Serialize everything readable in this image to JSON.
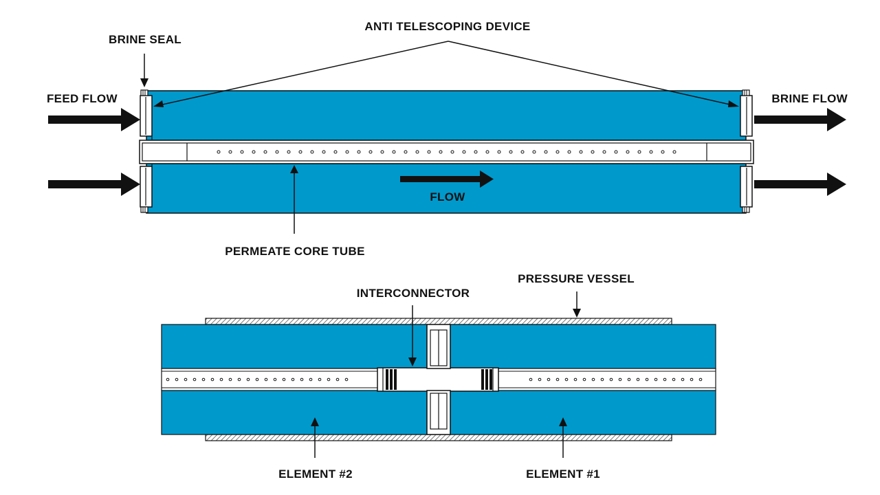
{
  "colors": {
    "membrane": "#0099CC",
    "outline": "#111111",
    "background": "#FFFFFF",
    "vessel_hatch": "#8A8A8A"
  },
  "labels": {
    "anti_telescoping_device": "ANTI TELESCOPING DEVICE",
    "brine_seal": "BRINE SEAL",
    "feed_flow": "FEED FLOW",
    "brine_flow": "BRINE FLOW",
    "flow": "FLOW",
    "permeate_core_tube": "PERMEATE CORE TUBE",
    "interconnector": "INTERCONNECTOR",
    "pressure_vessel": "PRESSURE VESSEL",
    "element_2": "ELEMENT #2",
    "element_1": "ELEMENT #1"
  }
}
